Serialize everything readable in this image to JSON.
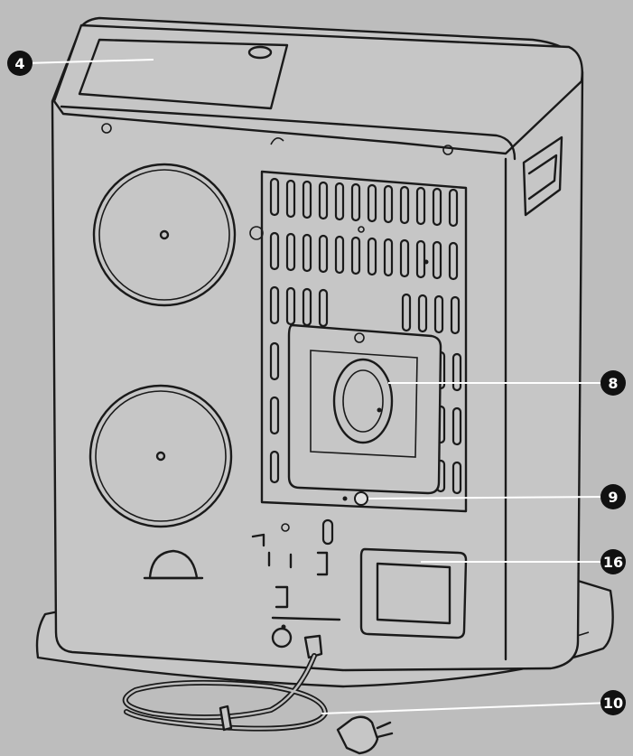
{
  "figure": {
    "subject": "heater-rear-view",
    "colors": {
      "background": "#bdbdbd",
      "body": "#c6c6c6",
      "outline": "#1a1a1a",
      "badge": "#111111"
    }
  },
  "callouts": [
    {
      "id": "c4",
      "label": "4"
    },
    {
      "id": "c8",
      "label": "8"
    },
    {
      "id": "c9",
      "label": "9"
    },
    {
      "id": "c16",
      "label": "16"
    },
    {
      "id": "c10",
      "label": "10"
    }
  ]
}
